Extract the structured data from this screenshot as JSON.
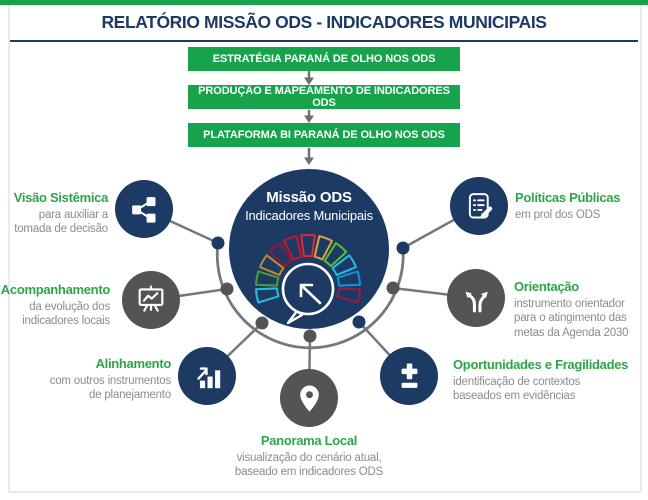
{
  "header": {
    "title": "RELATÓRIO MISSÃO ODS - INDICADORES MUNICIPAIS"
  },
  "flow": {
    "steps": [
      {
        "label": "ESTRATÉGIA PARANÁ DE OLHO NOS ODS"
      },
      {
        "label": "PRODUÇÃO E MAPEAMENTO DE INDICADORES ODS"
      },
      {
        "label": "PLATAFORMA BI PARANÁ DE OLHO NOS ODS"
      }
    ]
  },
  "center": {
    "title": "Missão ODS",
    "subtitle": "Indicadores Municipais",
    "wheel_colors": [
      "#26BDE2",
      "#4C9F38",
      "#BF8B2E",
      "#8F1838",
      "#C5192D",
      "#E5243B",
      "#DDA63A",
      "#56C02B",
      "#26BDE2",
      "#0A97D9",
      "#A21942"
    ]
  },
  "nodes": [
    {
      "title": "Visão Sistêmica",
      "description": "para auxiliar a\ntomada de decisão",
      "icon": "share-icon",
      "circle_color": "#1C3A63"
    },
    {
      "title": "Acompanhamento",
      "description": "da evolução dos\nindicadores locais",
      "icon": "presentation-chart-icon",
      "circle_color": "#545456"
    },
    {
      "title": "Alinhamento",
      "description": "com outros instrumentos\nde planejamento",
      "icon": "bar-chart-arrow-icon",
      "circle_color": "#1C3A63"
    },
    {
      "title": "Panorama Local",
      "description": "visualização do cenário atual,\nbaseado em indicadores ODS",
      "icon": "map-pin-icon",
      "circle_color": "#545456"
    },
    {
      "title": "Oportunidades e Fragilidades",
      "description": "identificação de contextos\nbaseados em evidências",
      "icon": "plus-minus-icon",
      "circle_color": "#1C3A63"
    },
    {
      "title": "Orientação",
      "description": "instrumento orientador\npara o atingimento das\nmetas da Agenda 2030",
      "icon": "fork-arrows-icon",
      "circle_color": "#545456"
    },
    {
      "title": "Políticas Públicas",
      "description": "em prol dos ODS",
      "icon": "document-pencil-icon",
      "circle_color": "#1C3A63"
    }
  ],
  "colors": {
    "navy": "#1C3A63",
    "dark_gray": "#545456",
    "banner_green": "#17A34C",
    "label_green": "#2EA449",
    "text_gray": "#8A8C8E",
    "line_gray": "#77787B",
    "border_gray": "#EBEBEB"
  }
}
